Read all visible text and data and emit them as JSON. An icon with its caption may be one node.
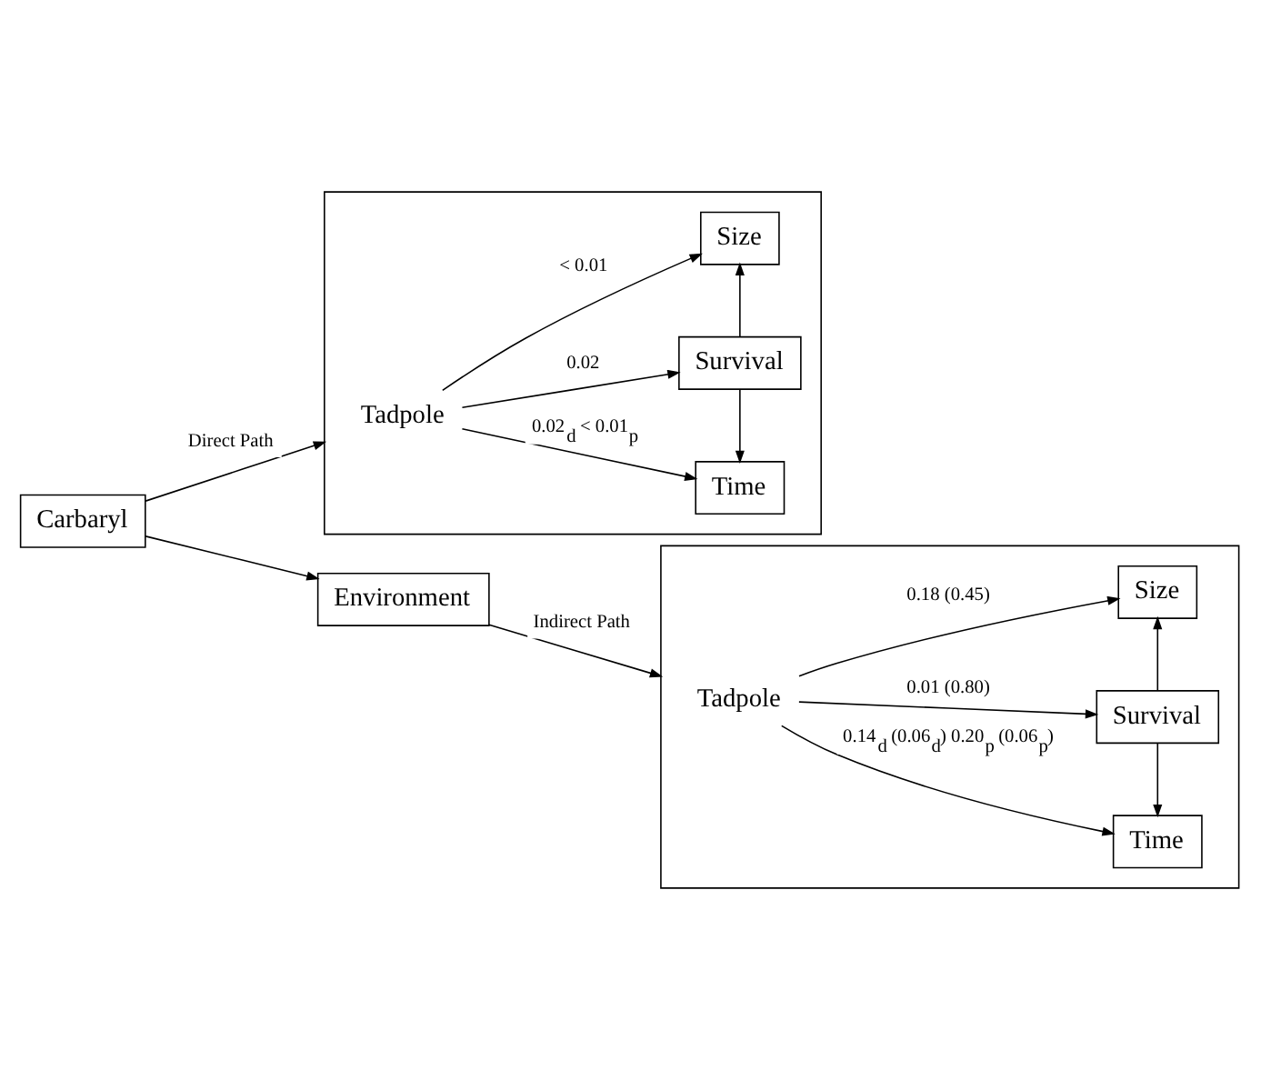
{
  "diagram": {
    "nodes": [
      {
        "text": [],
        "shape": "box"
      },
      {
        "text": [
          "Tadpole"
        ],
        "in": 0
      },
      {
        "text": [
          "Size"
        ],
        "in": 0
      },
      {
        "text": [
          "Survival"
        ],
        "in": 0
      },
      {
        "text": [
          "Time"
        ],
        "in": 0
      },
      {
        "text": [
          "Carbaryl"
        ]
      },
      {
        "text": [],
        "shape": "box"
      },
      {
        "text": [
          "Tadpole"
        ],
        "in": 6
      },
      {
        "text": [
          "Size"
        ],
        "in": 6
      },
      {
        "text": [
          "Survival"
        ],
        "in": 6
      },
      {
        "text": [
          "Time"
        ],
        "in": 6
      },
      {
        "text": [
          "Environment"
        ]
      }
    ],
    "edges": [
      {
        "from": 5,
        "to": 0,
        "arrow": "to",
        "label": "Direct Path"
      },
      {
        "from": 1,
        "to": 2,
        "arrow": "to",
        "label": "< 0.01"
      },
      {
        "from": 1,
        "to": 3,
        "arrow": "to",
        "label": "0.02"
      },
      {
        "from": 1,
        "to": 4,
        "arrow": "to",
        "label": "0.02$_{d}$ < 0.01$_{p}$"
      },
      {
        "from": 3,
        "to": 2,
        "arrow": "to"
      },
      {
        "from": 3,
        "to": 4,
        "arrow": "to"
      },
      {
        "from": 5,
        "to": 11,
        "arrow": "to"
      },
      {
        "from": 11,
        "to": 6,
        "arrow": "to",
        "label": "Indirect Path"
      },
      {
        "from": 7,
        "to": 8,
        "arrow": "to",
        "label": "0.18 (0.45)"
      },
      {
        "from": 7,
        "to": 9,
        "arrow": "to",
        "label": "0.01 (0.80)"
      },
      {
        "from": 7,
        "to": 10,
        "arrow": "to",
        "label": "0.14$_{d}$ (0.06$_{d}$) 0.20$_{p}$ (0.06$_{p}$)"
      },
      {
        "from": 9,
        "to": 8,
        "arrow": "to"
      },
      {
        "from": 9,
        "to": 10,
        "arrow": "to"
      }
    ]
  }
}
